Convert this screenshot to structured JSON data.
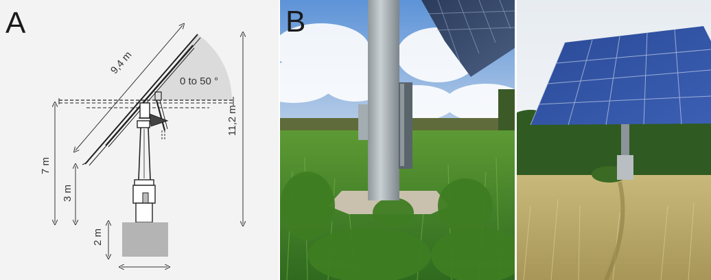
{
  "panel_a": {
    "letter": "A",
    "label_length": "9,4 m",
    "label_angle": "0 to 50 °",
    "label_height_total": "11,2 m",
    "label_height_mount": "7 m",
    "label_height_column": "3 m",
    "label_foundation": "2 m"
  },
  "panel_b": {
    "letter": "B"
  },
  "colors": {
    "foundation": "#b4b4b4",
    "sky": "#6f9fd6",
    "panel": "#2e4f9c",
    "grass": "#4e8e2b",
    "wheat": "#cdbc79"
  }
}
